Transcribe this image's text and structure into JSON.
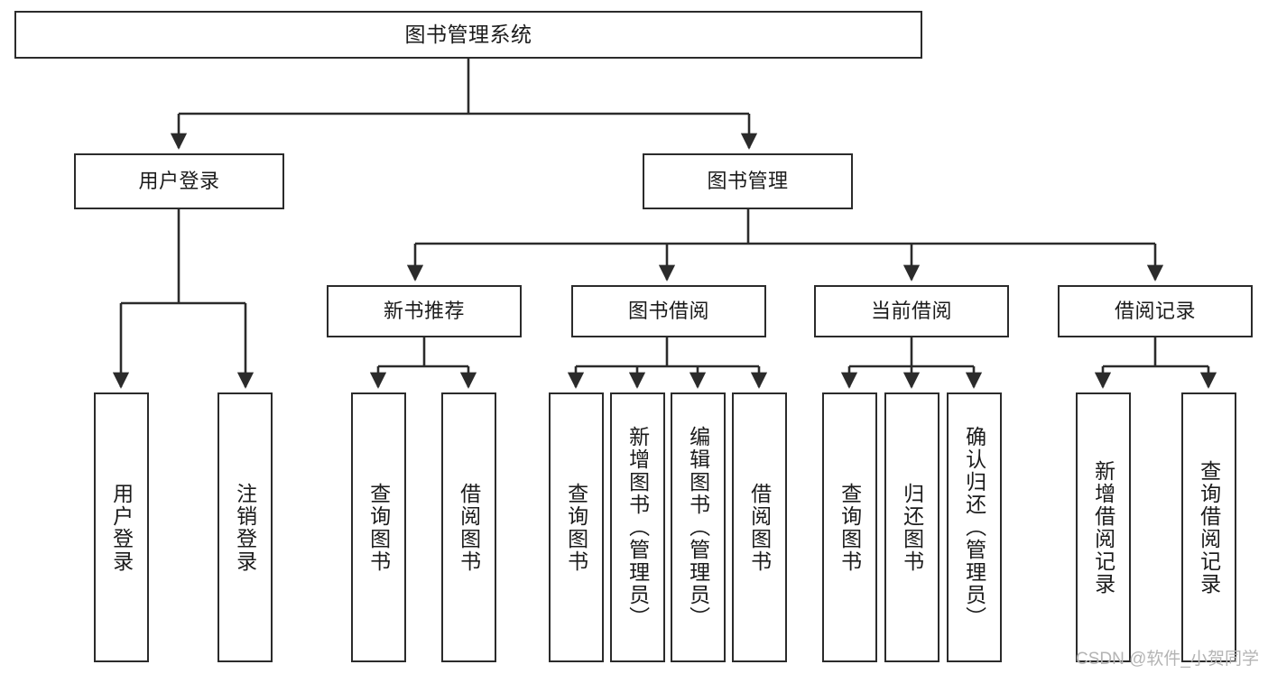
{
  "diagram": {
    "title": "图书管理系统",
    "type": "功能结构图",
    "stroke_color": "#2b2b2b",
    "background_color": "#ffffff",
    "text_color": "#1b1b1b",
    "watermark": "CSDN @软件_小贺同学",
    "watermark_color": "#b4b4b4"
  },
  "nodes": {
    "root": {
      "label": "图书管理系统"
    },
    "level2": [
      {
        "label": "用户登录"
      },
      {
        "label": "图书管理"
      }
    ],
    "level3": [
      {
        "label": "新书推荐"
      },
      {
        "label": "图书借阅"
      },
      {
        "label": "当前借阅"
      },
      {
        "label": "借阅记录"
      }
    ],
    "leaves": {
      "user_login": [
        {
          "label": "用户登录"
        },
        {
          "label": "注销登录"
        }
      ],
      "new_book": [
        {
          "label": "查询图书"
        },
        {
          "label": "借阅图书"
        }
      ],
      "book_borrow": [
        {
          "label": "查询图书"
        },
        {
          "label": "新增图书（管理员）"
        },
        {
          "label": "编辑图书（管理员）"
        },
        {
          "label": "借阅图书"
        }
      ],
      "current_borrow": [
        {
          "label": "查询图书"
        },
        {
          "label": "归还图书"
        },
        {
          "label": "确认归还（管理员）"
        }
      ],
      "borrow_record": [
        {
          "label": "新增借阅记录"
        },
        {
          "label": "查询借阅记录"
        }
      ]
    }
  }
}
